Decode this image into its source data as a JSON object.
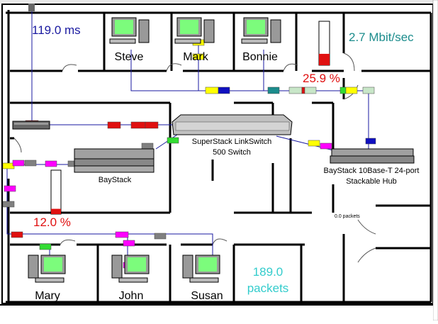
{
  "metrics": {
    "latency": "119.0 ms",
    "throughput": "2.7 Mbit/sec",
    "hub_util": "25.9 %",
    "left_util": "12.0 %",
    "packets_line1": "189.0",
    "packets_line2": "packets",
    "mini_packets": "0.0 packets",
    "hub_util_fraction": 0.259,
    "left_util_fraction": 0.12
  },
  "users": {
    "top": [
      "Steve",
      "Mark",
      "Bonnie"
    ],
    "bottom": [
      "Mary",
      "John",
      "Susan"
    ]
  },
  "devices": {
    "switch_line1": "SuperStack LinkSwitch",
    "switch_line2": "500 Switch",
    "baystack": "BayStack",
    "hub_line1": "BayStack 10Base-T 24-port",
    "hub_line2": "Stackable Hub"
  },
  "colors": {
    "latency": "#1a1aa0",
    "throughput": "#1b8c8c",
    "util": "#e01010",
    "packets": "#33cccc",
    "cable": "#1a1aa0",
    "wall": "#000000",
    "screen": "#7cfc7c"
  }
}
